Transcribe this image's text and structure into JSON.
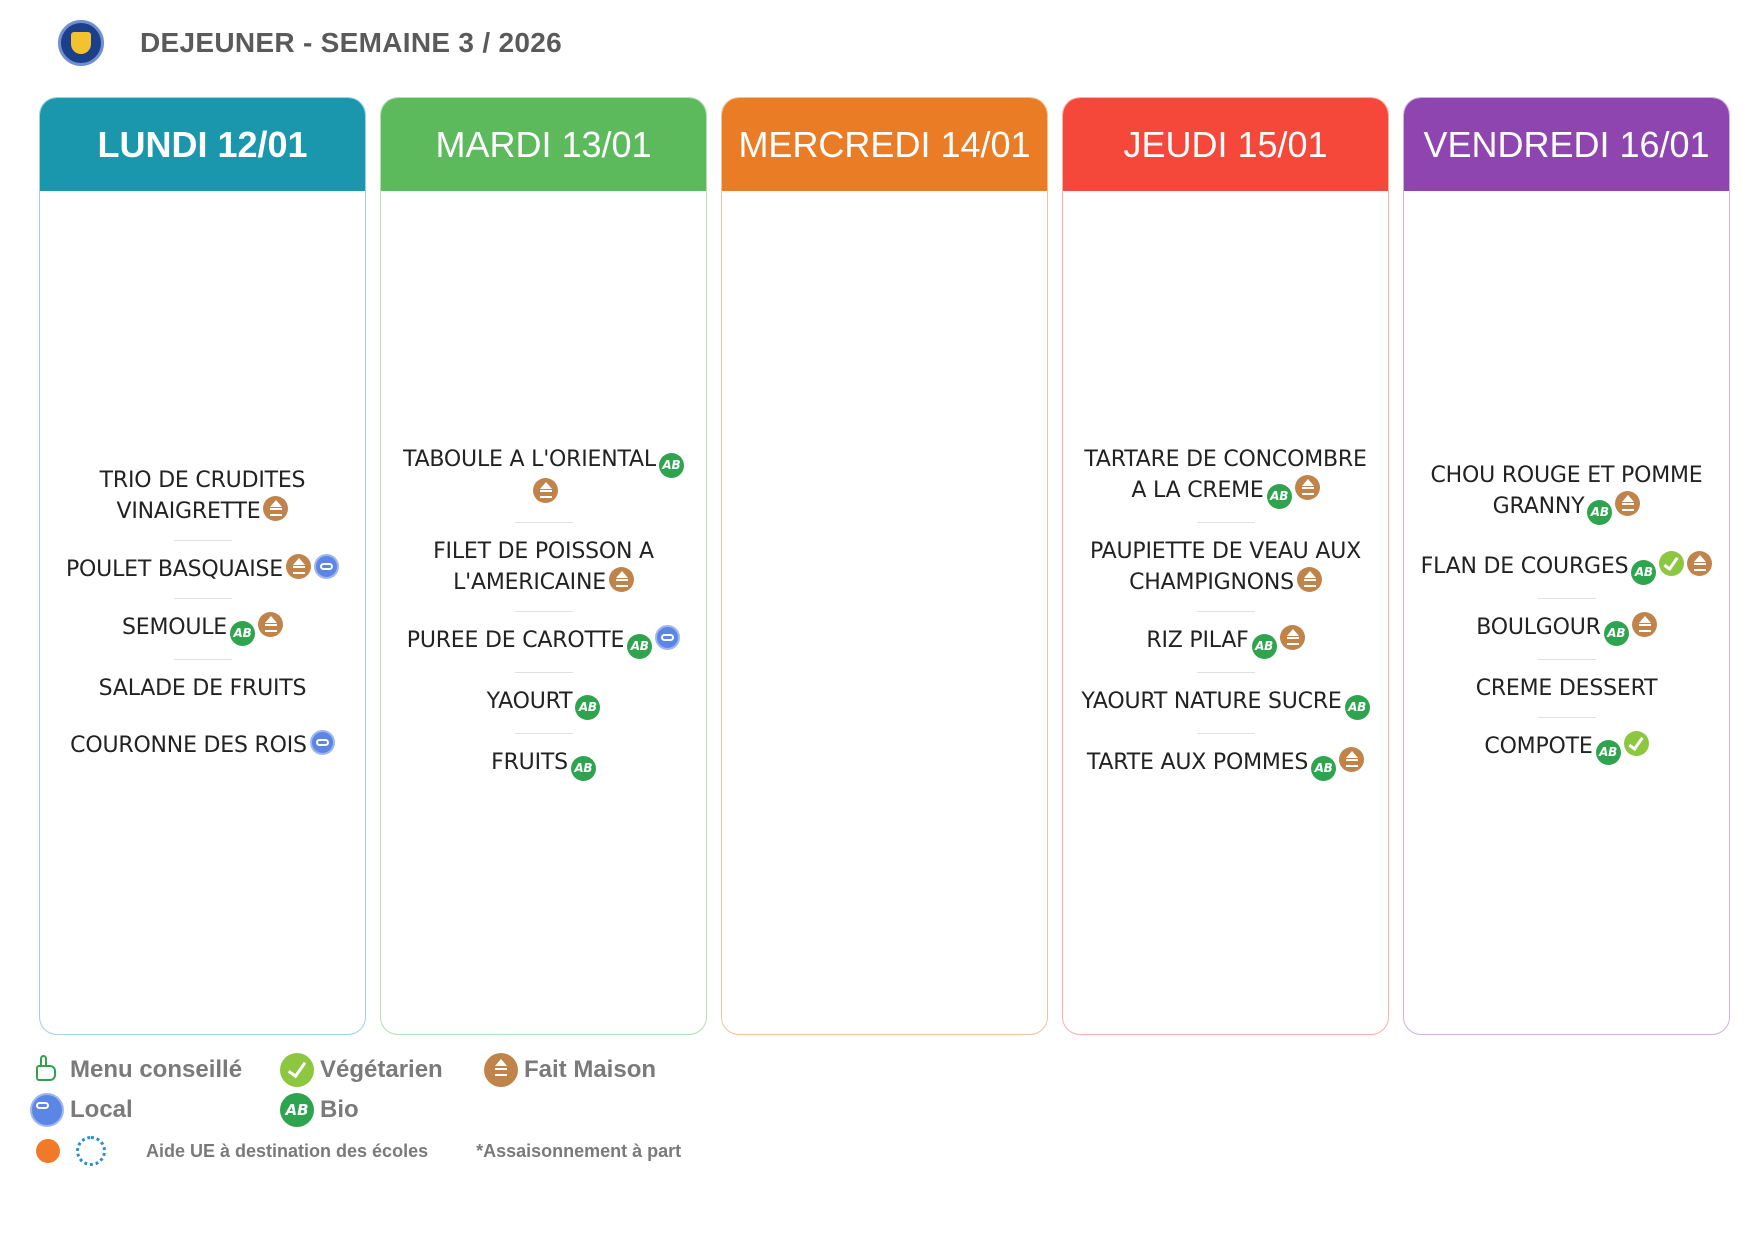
{
  "header": {
    "title": "DEJEUNER - SEMAINE 3 / 2026"
  },
  "days": [
    {
      "label": "LUNDI 12/01",
      "color": "#1a97ad",
      "border": "#9fd3de",
      "bold": true,
      "dishes": [
        {
          "name": "TRIO DE CRUDITES VINAIGRETTE",
          "icons": [
            "fait-maison"
          ]
        },
        {
          "name": "POULET BASQUAISE",
          "icons": [
            "fait-maison",
            "local"
          ]
        },
        {
          "name": "SEMOULE",
          "icons": [
            "bio",
            "fait-maison"
          ]
        },
        {
          "name": "SALADE DE FRUITS",
          "icons": [],
          "nosep": true
        },
        {
          "name": "COURONNE DES ROIS",
          "icons": [
            "local"
          ]
        }
      ]
    },
    {
      "label": "MARDI 13/01",
      "color": "#5cba5d",
      "border": "#b5dfb5",
      "bold": false,
      "dishes": [
        {
          "name": "TABOULE A L'ORIENTAL",
          "icons": [
            "bio",
            "fait-maison"
          ]
        },
        {
          "name": "FILET DE POISSON A L'AMERICAINE",
          "icons": [
            "fait-maison"
          ]
        },
        {
          "name": "PUREE DE CAROTTE",
          "icons": [
            "bio",
            "local"
          ]
        },
        {
          "name": "YAOURT",
          "icons": [
            "bio"
          ]
        },
        {
          "name": "FRUITS",
          "icons": [
            "bio"
          ]
        }
      ]
    },
    {
      "label": "MERCREDI 14/01",
      "color": "#ea7c26",
      "border": "#f2c29c",
      "bold": false,
      "dishes": []
    },
    {
      "label": "JEUDI 15/01",
      "color": "#f6473b",
      "border": "#f7b2ac",
      "bold": false,
      "dishes": [
        {
          "name": "TARTARE DE CONCOMBRE A LA CREME",
          "icons": [
            "bio",
            "fait-maison"
          ]
        },
        {
          "name": "PAUPIETTE DE VEAU AUX CHAMPIGNONS",
          "icons": [
            "fait-maison"
          ]
        },
        {
          "name": "RIZ PILAF",
          "icons": [
            "bio",
            "fait-maison"
          ]
        },
        {
          "name": "YAOURT NATURE SUCRE",
          "icons": [
            "bio"
          ]
        },
        {
          "name": "TARTE AUX POMMES",
          "icons": [
            "bio",
            "fait-maison"
          ]
        }
      ]
    },
    {
      "label": "VENDREDI 16/01",
      "color": "#8e45b0",
      "border": "#cfb2df",
      "bold": false,
      "dishes": [
        {
          "name": "CHOU ROUGE ET POMME GRANNY",
          "icons": [
            "bio",
            "fait-maison"
          ],
          "nosep": true
        },
        {
          "name": "FLAN DE COURGES",
          "icons": [
            "bio",
            "vegetarien",
            "fait-maison"
          ]
        },
        {
          "name": "BOULGOUR",
          "icons": [
            "bio",
            "fait-maison"
          ]
        },
        {
          "name": "CREME DESSERT",
          "icons": []
        },
        {
          "name": "COMPOTE",
          "icons": [
            "bio",
            "vegetarien"
          ]
        }
      ]
    }
  ],
  "legend": {
    "menu_conseille": "Menu conseillé",
    "vegetarien": "Végétarien",
    "fait_maison": "Fait Maison",
    "local": "Local",
    "bio": "Bio",
    "aide_ue": "Aide UE à destination des écoles",
    "assaisonnement": "*Assaisonnement à part"
  },
  "bio_mark": "AB"
}
